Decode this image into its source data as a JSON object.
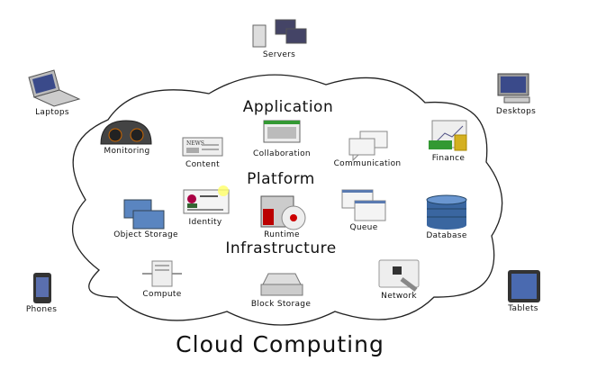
{
  "title": "Cloud Computing",
  "sections": {
    "application": "Application",
    "platform": "Platform",
    "infrastructure": "Infrastructure"
  },
  "devices": {
    "servers": "Servers",
    "laptops": "Laptops",
    "desktops": "Desktops",
    "phones": "Phones",
    "tablets": "Tablets"
  },
  "application": {
    "monitoring": "Monitoring",
    "content": "Content",
    "collaboration": "Collaboration",
    "communication": "Communication",
    "finance": "Finance"
  },
  "platform": {
    "identity": "Identity",
    "object_storage": "Object Storage",
    "runtime": "Runtime",
    "queue": "Queue",
    "database": "Database"
  },
  "infrastructure": {
    "compute": "Compute",
    "block_storage": "Block Storage",
    "network": "Network"
  },
  "icon_text": {
    "news": "NEWS"
  }
}
